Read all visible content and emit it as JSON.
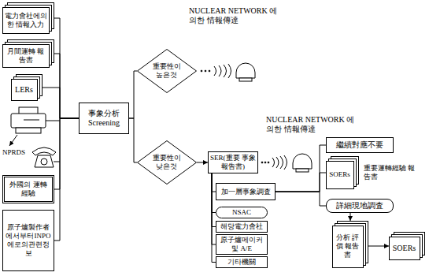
{
  "diagram": {
    "nodes": [
      {
        "text": [
          "電力會社에의한 情報入力"
        ]
      },
      {
        "text": [
          "月間運轉 報告書"
        ]
      },
      {
        "text": [
          "LERs"
        ]
      },
      {
        "text": [
          "外國의 運轉經驗"
        ]
      },
      {
        "text": [
          "原子爐製作者 에서부터INPO 에로의관련정보"
        ]
      },
      {
        "text": [
          "事象分析 Screening"
        ]
      },
      {
        "text": [
          "重要性이 높은것"
        ]
      },
      {
        "text": [
          "重要性이 낮은것"
        ]
      },
      {
        "text": [
          "SER(重要 事象報告書)"
        ]
      },
      {
        "text": [
          "加一層事象調査"
        ]
      },
      {
        "text": [
          "NSAC"
        ]
      },
      {
        "text": [
          "해당電力會社"
        ]
      },
      {
        "text": [
          "原子爐메이커 및 A/E"
        ]
      },
      {
        "text": [
          "기타機關"
        ]
      },
      {
        "text": [
          "繼續對應不要"
        ]
      },
      {
        "text": [
          "SOERs",
          "重要運轉經驗 報告書"
        ]
      },
      {
        "text": [
          "詳細現地調査"
        ]
      },
      {
        "text": [
          "分析 評價 報告書"
        ]
      },
      {
        "text": [
          "SOERs"
        ]
      }
    ],
    "edges": [
      {
        "from": 0,
        "to": 5,
        "arrow": "none"
      },
      {
        "from": 1,
        "to": 5,
        "arrow": "none"
      },
      {
        "from": 2,
        "to": 5,
        "arrow": "none"
      },
      {
        "from": 3,
        "to": 5,
        "arrow": "none"
      },
      {
        "from": 4,
        "to": 5,
        "arrow": "none"
      },
      {
        "from": 5,
        "to": 6,
        "arrow": "none"
      },
      {
        "from": 5,
        "to": 7,
        "arrow": "none"
      },
      {
        "from": 7,
        "to": 8,
        "arrow": "to"
      },
      {
        "from": 8,
        "to": 9,
        "arrow": "none"
      },
      {
        "from": 8,
        "to": 10,
        "arrow": "none"
      },
      {
        "from": 8,
        "to": 11,
        "arrow": "none"
      },
      {
        "from": 8,
        "to": 12,
        "arrow": "none"
      },
      {
        "from": 8,
        "to": 13,
        "arrow": "none"
      },
      {
        "from": 9,
        "to": 14,
        "arrow": "none"
      },
      {
        "from": 9,
        "to": 15,
        "arrow": "none"
      },
      {
        "from": 9,
        "to": 16,
        "arrow": "none"
      },
      {
        "from": 16,
        "to": 17,
        "arrow": "to"
      },
      {
        "from": 17,
        "to": 18,
        "arrow": "to"
      }
    ],
    "labels": [
      "NUCLEAR NETWORK 에의한 情報傳達",
      "NUCLEAR NETWORK 에의한 情報傳達",
      "NPRDS"
    ]
  }
}
